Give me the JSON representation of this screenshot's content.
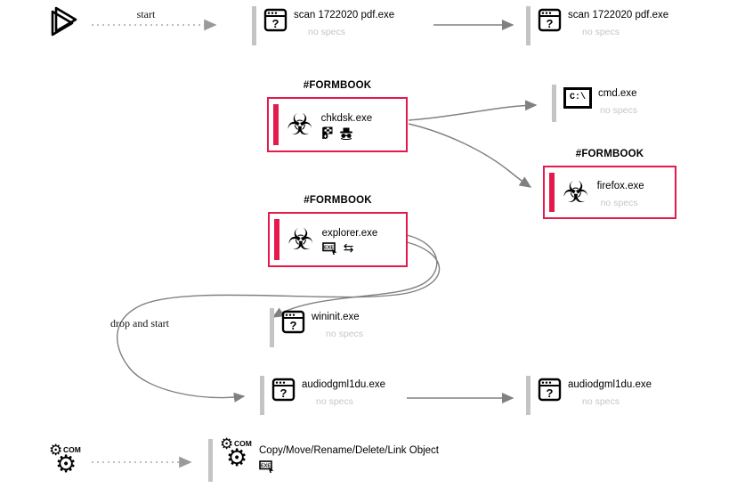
{
  "edges": {
    "start_label": "start",
    "drop_and_start_label": "drop and start"
  },
  "nodes": {
    "scan_pdf_1": {
      "title": "scan 1722020 pdf.exe",
      "subtitle": "no specs"
    },
    "scan_pdf_2": {
      "title": "scan 1722020 pdf.exe",
      "subtitle": "no specs"
    },
    "chkdsk": {
      "tag": "#FORMBOOK",
      "title": "chkdsk.exe",
      "badges": [
        "checkered-flag-icon",
        "spy-icon"
      ]
    },
    "cmd": {
      "title": "cmd.exe",
      "subtitle": "no specs",
      "icon_label": "C:\\"
    },
    "firefox": {
      "tag": "#FORMBOOK",
      "title": "firefox.exe",
      "subtitle": "no specs"
    },
    "explorer": {
      "tag": "#FORMBOOK",
      "title": "explorer.exe",
      "badges": [
        "drops-exe-icon",
        "swap-arrows-icon"
      ]
    },
    "wininit": {
      "title": "wininit.exe",
      "subtitle": "no specs"
    },
    "audiodg_1": {
      "title": "audiodgml1du.exe",
      "subtitle": "no specs"
    },
    "audiodg_2": {
      "title": "audiodgml1du.exe",
      "subtitle": "no specs"
    },
    "com_object": {
      "title": "Copy/Move/Rename/Delete/Link Object",
      "badges": [
        "drops-exe-icon"
      ]
    }
  },
  "icons": {
    "biohazard_glyph": "☣",
    "gear_glyph": "⚙",
    "swap_arrows_glyph": "⇆",
    "exe_label": "EXE",
    "com_label": "COM",
    "window_question_glyph": "?"
  },
  "colors": {
    "malicious_red": "#e51a4c",
    "bar_gray": "#c4c4c4",
    "arrow_gray": "#808080",
    "muted_text": "#c6c6c6"
  }
}
